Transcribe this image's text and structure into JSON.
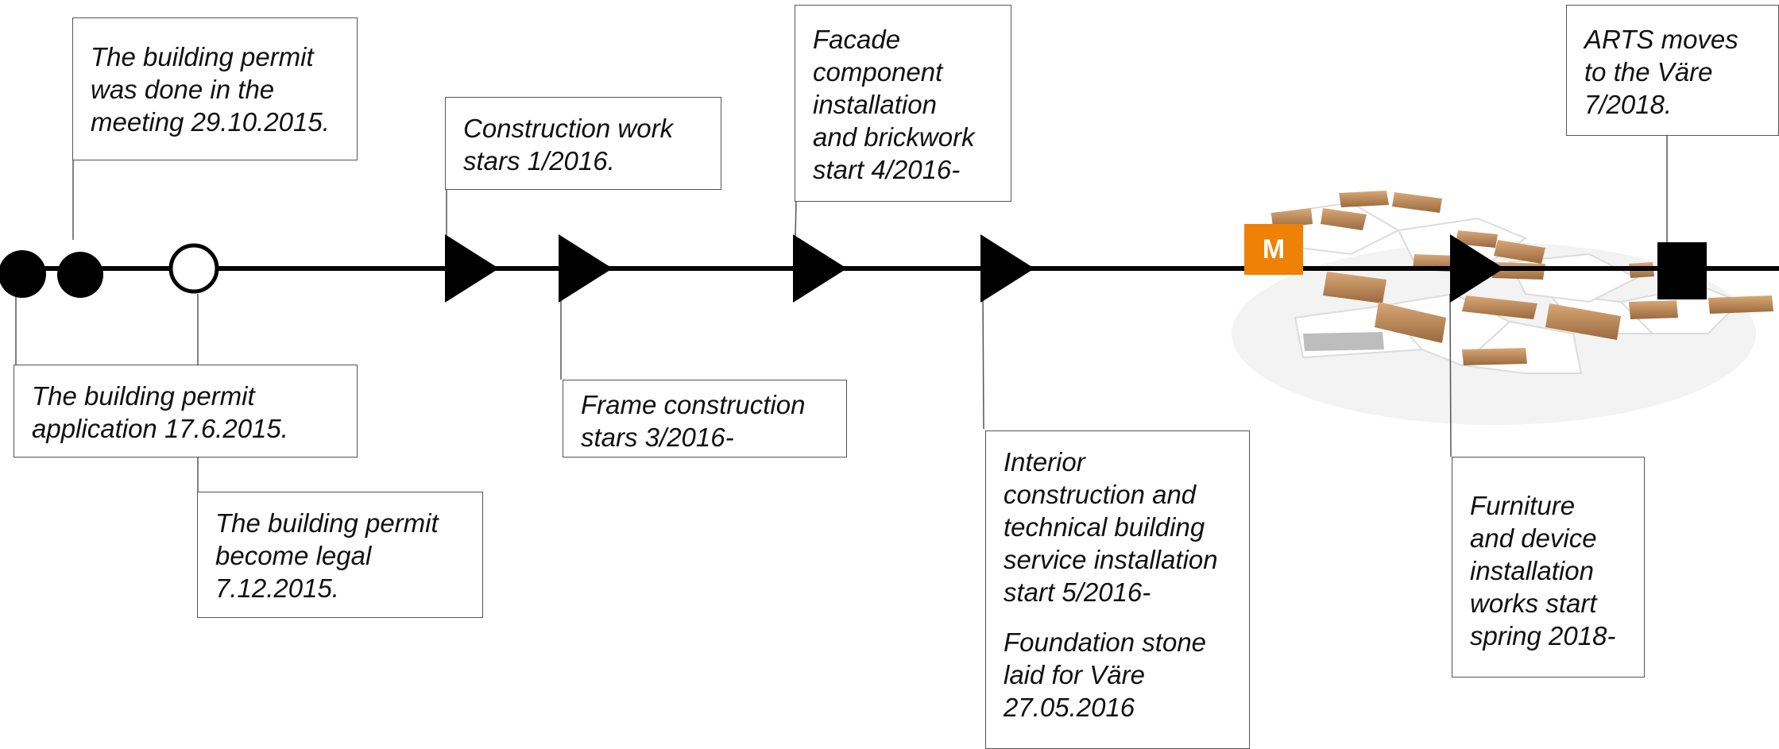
{
  "accent_color": "#ee8106",
  "model_image": {
    "icon": "architectural-model-image"
  },
  "milestone_badge": "M",
  "notes": {
    "permit_meeting": [
      "The building permit",
      "was done in the",
      "meeting 29.10.2015."
    ],
    "permit_application": [
      "The building permit",
      "application 17.6.2015."
    ],
    "permit_legal": [
      "The building permit",
      "become legal",
      "7.12.2015."
    ],
    "construction_start": [
      "Construction work",
      "stars 1/2016."
    ],
    "frame_construction": [
      "Frame construction",
      "stars 3/2016-"
    ],
    "facade": [
      "Facade",
      "component",
      "installation",
      "and brickwork",
      "start 4/2016-"
    ],
    "interior": [
      "Interior",
      "construction and",
      "technical building",
      "service installation",
      "start 5/2016-"
    ],
    "foundation_stone": [
      "Foundation stone",
      "laid for Väre",
      "27.05.2016"
    ],
    "furniture": [
      "Furniture",
      "and device",
      "installation",
      "works start",
      "spring 2018-"
    ],
    "arts_move": [
      "ARTS moves",
      "to the Väre",
      "7/2018."
    ]
  }
}
